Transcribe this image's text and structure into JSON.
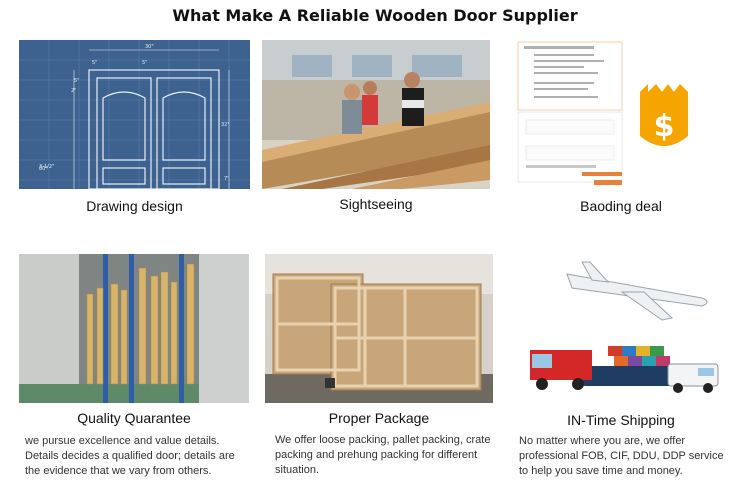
{
  "page": {
    "title": "What Make A Reliable Wooden Door Supplier"
  },
  "tiles": [
    {
      "caption": "Drawing design",
      "description": "",
      "image": "door-blueprint-drawing"
    },
    {
      "caption": "Sightseeing",
      "description": "",
      "image": "factory-visit-wood-planks"
    },
    {
      "caption": "Baoding deal",
      "description": "",
      "image": "trade-assurance-order-dollar-icon"
    },
    {
      "caption": "Quality Quarantee",
      "description": "we pursue excellence and value details. Details decides a qualified door; details are the evidence that we vary from others.",
      "image": "wood-door-frames-in-drying-room"
    },
    {
      "caption": "Proper Package",
      "description": "We offer loose packing, pallet packing, crate packing and prehung packing for different situation.",
      "image": "wooden-crate-packing"
    },
    {
      "caption": "IN-Time Shipping",
      "description": "No matter where you are, we offer professional FOB, CIF, DDU, DDP service to help you save time and money.",
      "image": "plane-ship-truck-shipping"
    }
  ],
  "colors": {
    "blueprint": "#3a5f8f",
    "accent_orange": "#f5a400",
    "text_dark": "#111111",
    "text_body": "#333333"
  }
}
